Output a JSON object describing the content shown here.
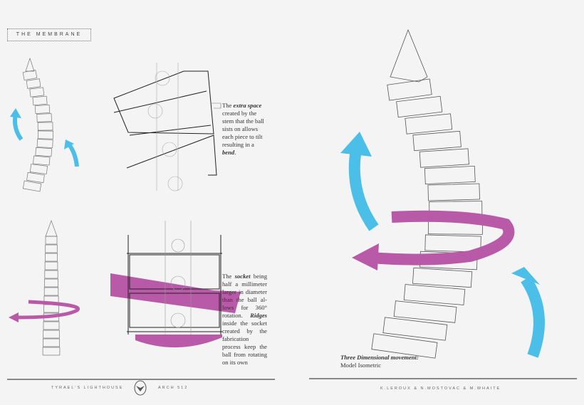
{
  "header": {
    "title": "THE MEMBRANE"
  },
  "captions": {
    "bend": {
      "pre": "The ",
      "emph": "extra space",
      "post": " created by the stem that the ball sists on al­lows each piece to tilt resulting in a ",
      "emph2": "bend",
      "end": "."
    },
    "socket": {
      "pre": "The ",
      "emph": "socket",
      "mid": " being half a millimeter larger in diameter than the ball al­lows for 360° rota­tion. ",
      "emph2": "Ridges",
      "post": " inside the socket created by the fabrication process keep the ball from rotating on its own"
    },
    "isometric": {
      "title": "Three Dimensional movement:",
      "subtitle": "Model Isometric"
    }
  },
  "footer": {
    "left": "TYRAEL'S LIGHTHOUSE",
    "course": "ARCH 512",
    "logo": "owl-emblem",
    "right": "K.LEROUX & N.MOSTOVAC & M.WHAITE"
  },
  "colors": {
    "cyan": "#4bbfe8",
    "magenta": "#b85aa8",
    "line": "#333333",
    "background": "#f4f4f4"
  }
}
